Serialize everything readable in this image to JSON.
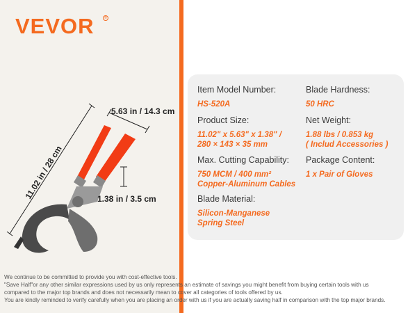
{
  "brand": {
    "logo_text": "VEVOR",
    "registered_mark": "®",
    "accent_color": "#f46a1f"
  },
  "dimensions": {
    "width": "5.63 in / 14.3 cm",
    "length": "11.02 in / 28 cm",
    "handle": "1.38 in / 3.5 cm"
  },
  "specs": {
    "model_label": "Item Model Number:",
    "model_value": "HS-520A",
    "hardness_label": "Blade Hardness:",
    "hardness_value": "50 HRC",
    "size_label": "Product Size:",
    "size_value_1": "11.02\" x 5.63\" x 1.38\" /",
    "size_value_2": "280 × 143 × 35 mm",
    "weight_label": "Net Weight:",
    "weight_value_1": "1.88 lbs / 0.853 kg",
    "weight_value_2": "( Includ Accessories )",
    "capability_label": "Max. Cutting Capability:",
    "capability_value_1": "750 MCM / 400 mm²",
    "capability_value_2": "Copper-Aluminum Cables",
    "package_label": "Package Content:",
    "package_value": "1 x Pair of Gloves",
    "material_label": "Blade Material:",
    "material_value_1": "Silicon-Manganese",
    "material_value_2": "Spring Steel"
  },
  "disclaimer": {
    "line_1": "We continue to be committed to provide you with cost-effective tools.",
    "line_2": "\"Save Half\"or any other similar expressions used by us only represents an estimate of savings you might benefit from buying certain tools with us",
    "line_3": "compared to the major top brands and does not necessarily mean to cover all categories of tools offered by us.",
    "line_4": "You are kindly reminded to verify carefully when you are placing an order with us if you are actually saving half in comparison with the top major brands."
  }
}
